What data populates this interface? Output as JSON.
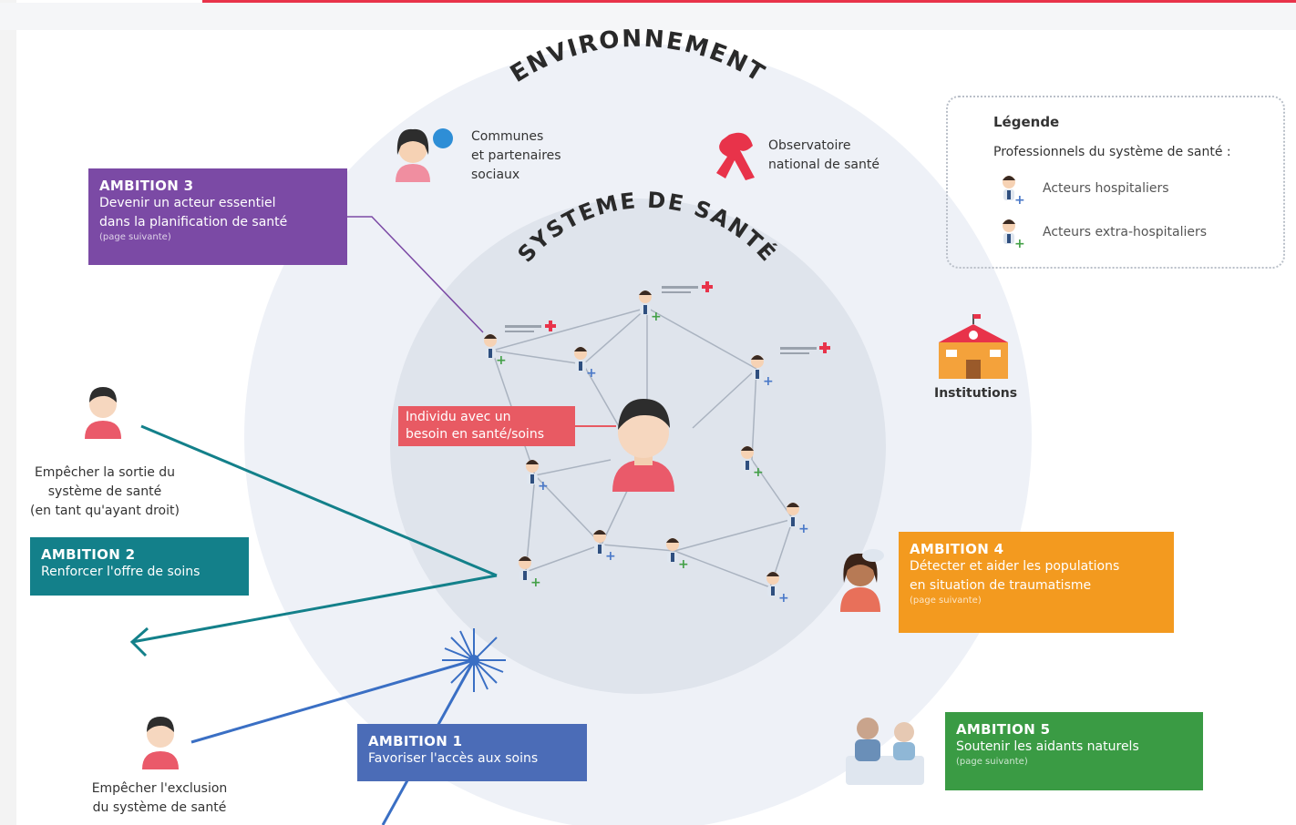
{
  "titles": {
    "environment": "ENVIRONNEMENT",
    "health_system": "SYSTEME DE SANTÉ"
  },
  "environment_actors": {
    "communes": [
      "Communes",
      "et partenaires",
      "sociaux"
    ],
    "observatoire": [
      "Observatoire",
      "national de santé"
    ],
    "institutions": "Institutions"
  },
  "legend": {
    "title": "Légende",
    "subtitle": "Professionnels du système de santé :",
    "hospital": "Acteurs hospitaliers",
    "extra_hospital": "Acteurs extra-hospitaliers"
  },
  "individual_label": [
    "Individu avec un",
    "besoin en santé/soins"
  ],
  "ambitions": {
    "a1": {
      "title": "AMBITION 1",
      "text": "Favoriser l'accès aux soins",
      "color": "#4b6cb7"
    },
    "a2": {
      "title": "AMBITION 2",
      "text": "Renforcer l'offre de soins",
      "color": "#13808a"
    },
    "a3": {
      "title": "AMBITION 3",
      "lines": [
        "Devenir un acteur essentiel",
        "dans la planification de santé"
      ],
      "note": "(page suivante)",
      "color": "#7b4aa5"
    },
    "a4": {
      "title": "AMBITION 4",
      "lines": [
        "Détecter et aider les populations",
        "en situation de traumatisme"
      ],
      "note": "(page suivante)",
      "color": "#f39a1f"
    },
    "a5": {
      "title": "AMBITION 5",
      "text": "Soutenir les aidants naturels",
      "note": "(page suivante)",
      "color": "#3a9b44"
    }
  },
  "exits": {
    "sortie": [
      "Empêcher la sortie du",
      "système de santé",
      "(en tant qu'ayant droit)"
    ],
    "exclusion": [
      "Empêcher l'exclusion",
      "du système de santé"
    ]
  },
  "colors": {
    "outer_circle": "#eef1f7",
    "inner_circle": "#dfe4ec",
    "hospital_cross": "#4a78c8",
    "extra_cross": "#43a047",
    "brand_red": "#e8334a"
  }
}
